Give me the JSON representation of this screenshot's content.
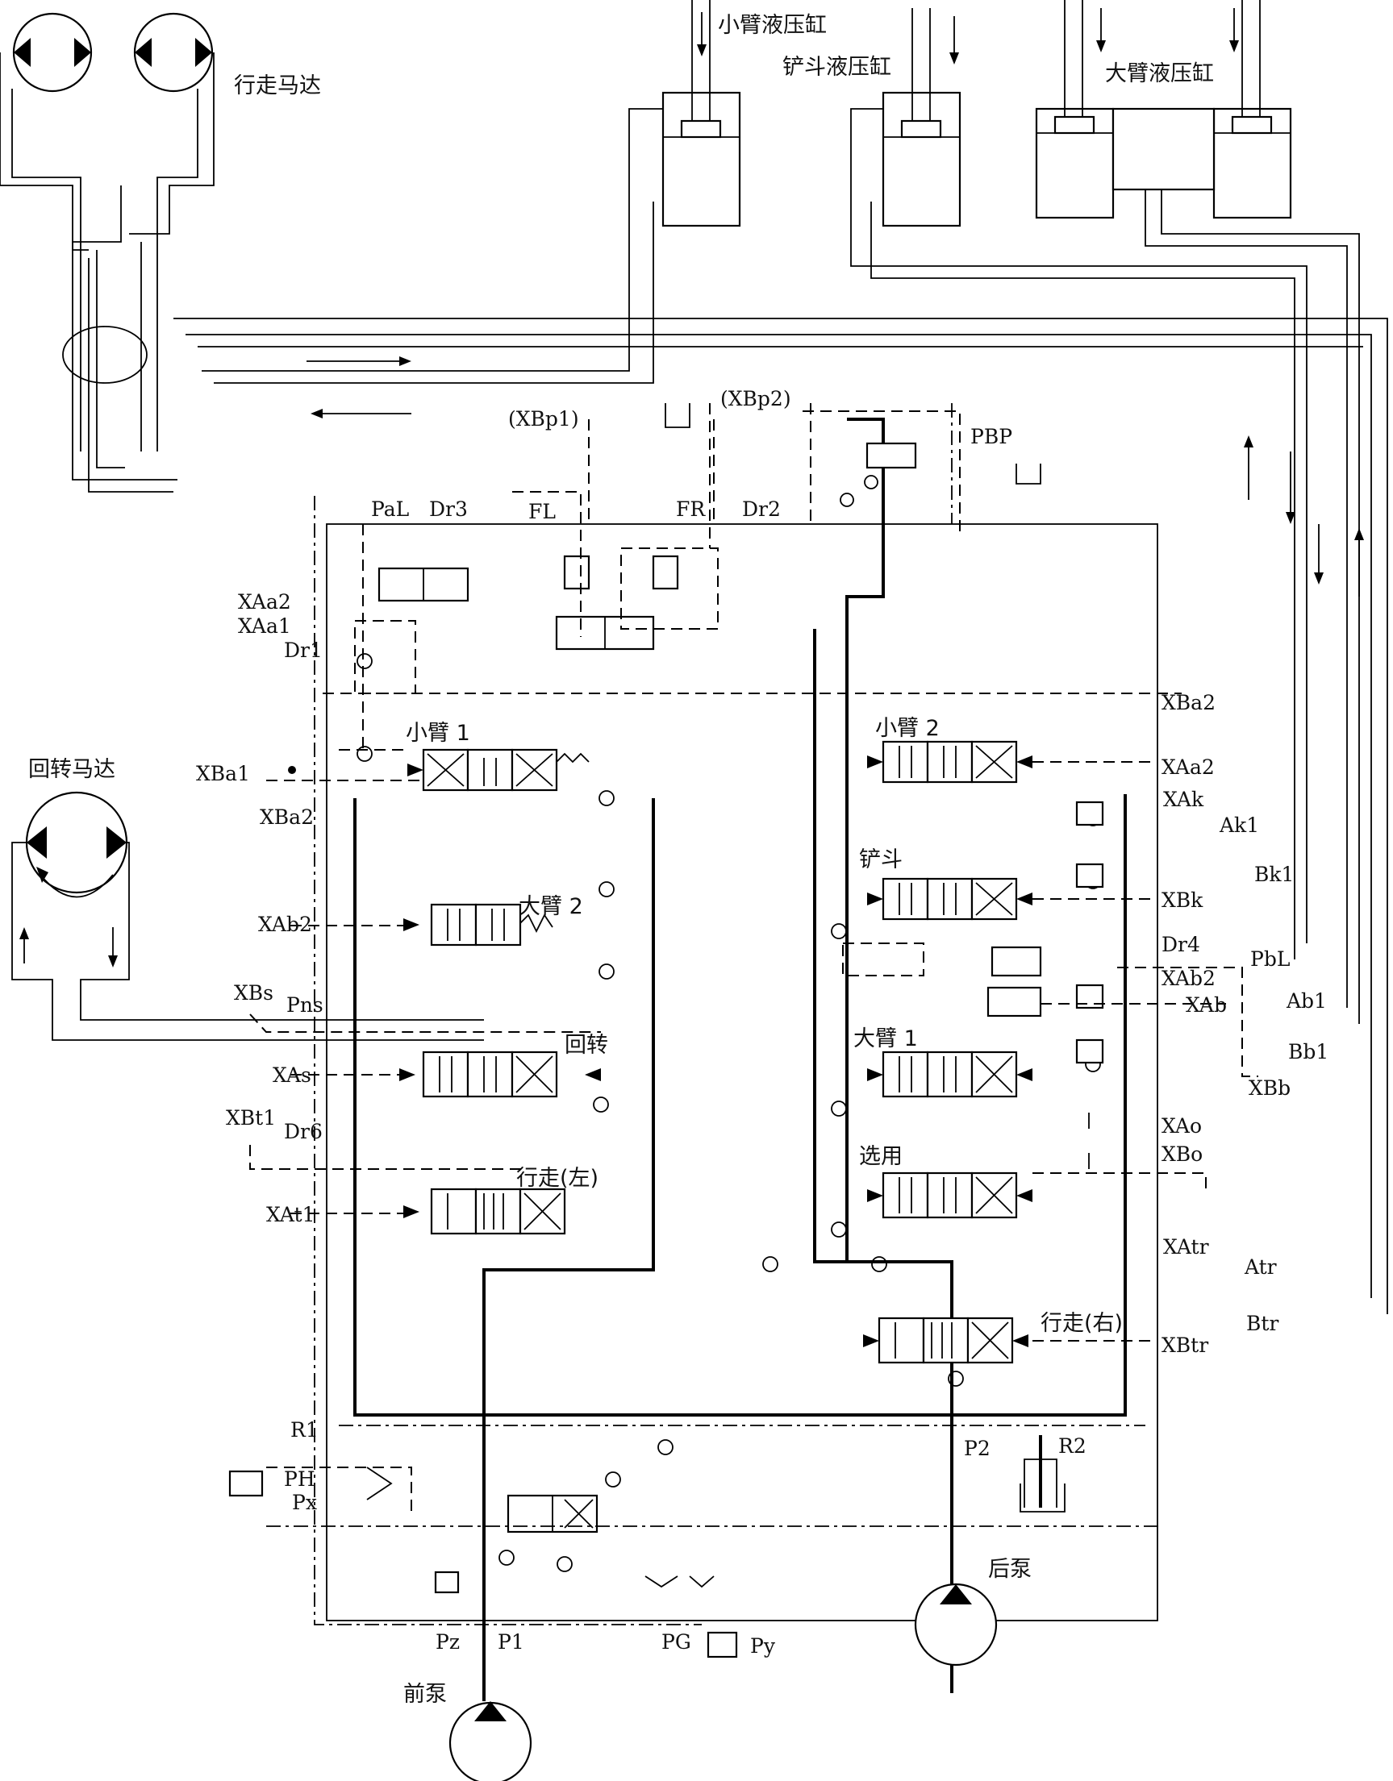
{
  "labels": {
    "travel_motor": "行走马达",
    "swing_motor": "回转马达",
    "stick_cyl": "小臂液压缸",
    "bucket_cyl": "铲斗液压缸",
    "boom_cyl": "大臂液压缸",
    "front_pump": "前泵",
    "rear_pump": "后泵",
    "stick1": "小臂 1",
    "stick2": "小臂 2",
    "boom2": "大臂 2",
    "boom1": "大臂 1",
    "bucket": "铲斗",
    "swing": "回转",
    "travel_left": "行走(左)",
    "travel_right": "行走(右)",
    "optional": "选用"
  },
  "ports": {
    "XBp1": "(XBp1)",
    "XBp2": "(XBp2)",
    "PBP": "PBP",
    "PaL": "PaL",
    "Dr3": "Dr3",
    "FL": "FL",
    "FR": "FR",
    "Dr2": "Dr2",
    "XAa2_l": "XAa2",
    "XAa1": "XAa1",
    "Dr1": "Dr1",
    "XBa1": "XBa1",
    "XBa2_l": "XBa2",
    "XAb2_l": "XAb2",
    "XBs": "XBs",
    "Pns": "Pns",
    "XAs": "XAs",
    "XBt1": "XBt1",
    "Dr6": "Dr6",
    "XAt1": "XAt1",
    "R1": "R1",
    "PH": "PH",
    "Px": "Px",
    "Pz": "Pz",
    "P1": "P1",
    "PG": "PG",
    "Py": "Py",
    "P2": "P2",
    "R2": "R2",
    "XBa2_r": "XBa2",
    "XAa2_r": "XAa2",
    "XAk": "XAk",
    "Ak1": "Ak1",
    "Bk1": "Bk1",
    "XBk": "XBk",
    "Dr4": "Dr4",
    "PbL": "PbL",
    "XAb2_r": "XAb2",
    "XAb": "XAb",
    "Ab1": "Ab1",
    "Bb1": "Bb1",
    "XBb": "XBb",
    "XAo": "XAo",
    "XBo": "XBo",
    "XAtr": "XAtr",
    "Atr": "Atr",
    "Btr": "Btr",
    "XBtr": "XBtr"
  }
}
